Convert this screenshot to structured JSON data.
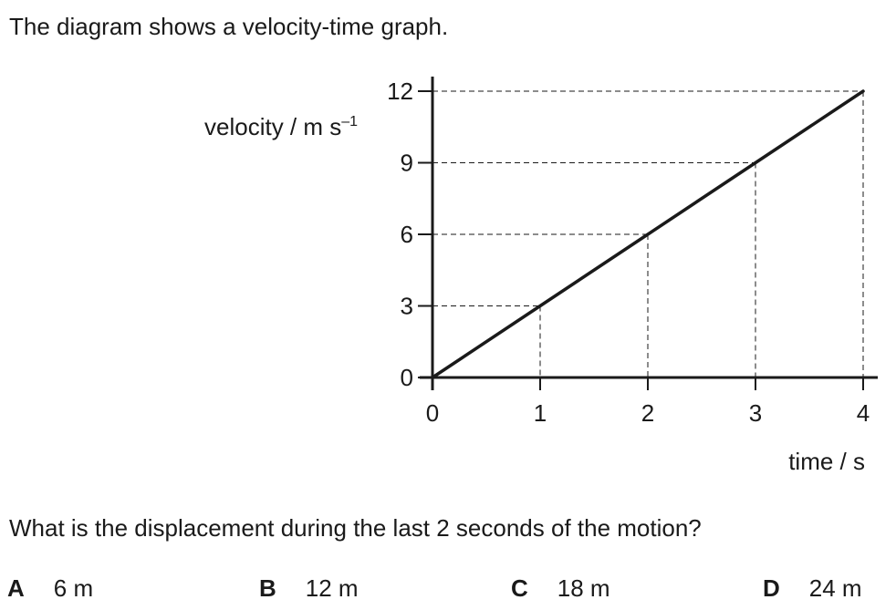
{
  "intro_text": "The diagram shows a velocity-time graph.",
  "question_text": "What is the displacement during the last 2 seconds of the motion?",
  "options": [
    {
      "letter": "A",
      "value": "6 m"
    },
    {
      "letter": "B",
      "value": "12 m"
    },
    {
      "letter": "C",
      "value": "18 m"
    },
    {
      "letter": "D",
      "value": "24 m"
    }
  ],
  "chart_data": {
    "type": "line",
    "xlabel": "time / s",
    "ylabel_main": "velocity / m s",
    "ylabel_sup": "–1",
    "x_ticks": [
      0,
      1,
      2,
      3,
      4
    ],
    "y_ticks": [
      0,
      3,
      6,
      9,
      12
    ],
    "xlim": [
      0,
      4
    ],
    "ylim": [
      0,
      12
    ],
    "series": [
      {
        "x": [
          0,
          1,
          2,
          3,
          4
        ],
        "y": [
          0,
          3,
          6,
          9,
          12
        ]
      }
    ],
    "dashed_guides": true,
    "line_color": "#1a1a1a"
  }
}
